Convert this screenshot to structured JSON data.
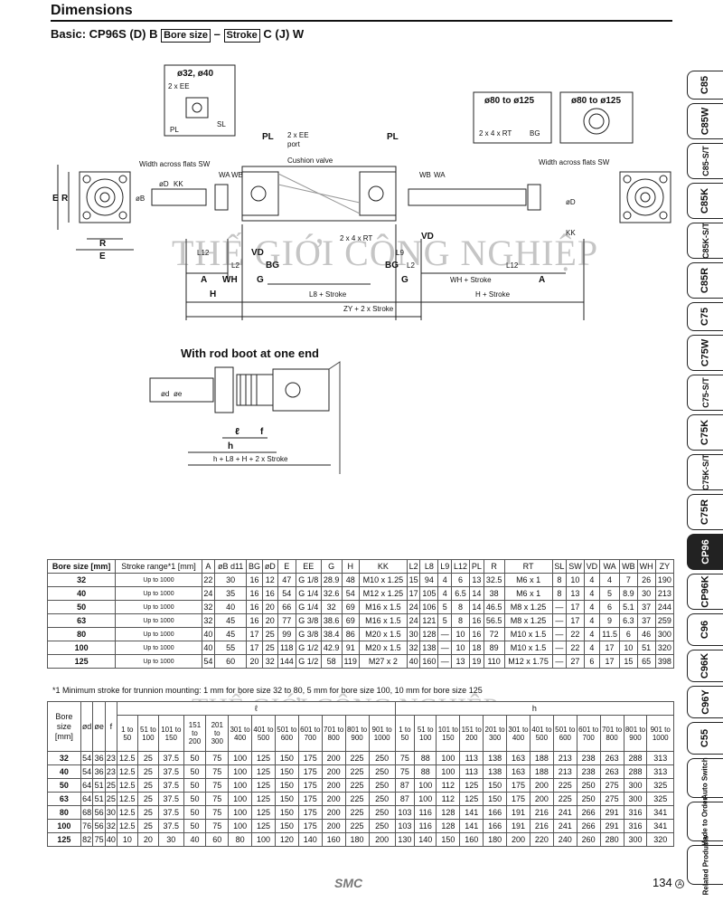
{
  "header": {
    "title": "Dimensions"
  },
  "subtitle": {
    "prefix": "Basic: CP96S (D) B",
    "bore_box": "Bore size",
    "dash": "–",
    "stroke_box": "Stroke",
    "suffix": "C (J) W"
  },
  "drawing": {
    "labels": {
      "bore_small": "ø32, ø40",
      "bore_mid": "ø80 to ø125",
      "bore_big": "ø80 to ø125",
      "ee2": "2 x EE",
      "pl": "PL",
      "sl": "SL",
      "ee_port": "2 x EE",
      "port": "port",
      "cushion": "Cushion valve",
      "rt4": "2 x 4 x RT",
      "bg": "BG",
      "rt": "2 x 4 x RT",
      "wf_left": "Width across flats SW",
      "wf_right": "Width across flats SW",
      "e": "E",
      "r": "R",
      "od": "øD",
      "ob": "øB",
      "kk": "KK",
      "wa": "WA",
      "wb": "WB",
      "l12": "L12",
      "a": "A",
      "wh": "WH",
      "g": "G",
      "h": "H",
      "l2": "L2",
      "vd": "VD",
      "l9": "L9",
      "l8_stroke": "L8 + Stroke",
      "wh_stroke": "WH + Stroke",
      "h_stroke": "H + Stroke",
      "zy": "ZY + 2 x Stroke"
    },
    "rod_boot_title": "With rod boot at one end",
    "rod_boot_labels": {
      "od": "ød",
      "oe": "øe",
      "l": "ℓ",
      "f": "f",
      "h": "h",
      "total": "h + L8 + H + 2 x Stroke"
    },
    "watermark": "THẾ GIỚI CÔNG NGHIỆP"
  },
  "table1": {
    "headers": [
      "Bore size [mm]",
      "Stroke range*1 [mm]",
      "A",
      "øB d11",
      "BG",
      "øD",
      "E",
      "EE",
      "G",
      "H",
      "KK",
      "L2",
      "L8",
      "L9",
      "L12",
      "PL",
      "R",
      "RT",
      "SL",
      "SW",
      "VD",
      "WA",
      "WB",
      "WH",
      "ZY"
    ],
    "rows": [
      [
        "32",
        "Up to 1000",
        "22",
        "30",
        "16",
        "12",
        "47",
        "G 1/8",
        "28.9",
        "48",
        "M10 x 1.25",
        "15",
        "94",
        "4",
        "6",
        "13",
        "32.5",
        "M6 x 1",
        "8",
        "10",
        "4",
        "4",
        "7",
        "26",
        "190"
      ],
      [
        "40",
        "Up to 1000",
        "24",
        "35",
        "16",
        "16",
        "54",
        "G 1/4",
        "32.6",
        "54",
        "M12 x 1.25",
        "17",
        "105",
        "4",
        "6.5",
        "14",
        "38",
        "M6 x 1",
        "8",
        "13",
        "4",
        "5",
        "8.9",
        "30",
        "213"
      ],
      [
        "50",
        "Up to 1000",
        "32",
        "40",
        "16",
        "20",
        "66",
        "G 1/4",
        "32",
        "69",
        "M16 x 1.5",
        "24",
        "106",
        "5",
        "8",
        "14",
        "46.5",
        "M8 x 1.25",
        "—",
        "17",
        "4",
        "6",
        "5.1",
        "37",
        "244"
      ],
      [
        "63",
        "Up to 1000",
        "32",
        "45",
        "16",
        "20",
        "77",
        "G 3/8",
        "38.6",
        "69",
        "M16 x 1.5",
        "24",
        "121",
        "5",
        "8",
        "16",
        "56.5",
        "M8 x 1.25",
        "—",
        "17",
        "4",
        "9",
        "6.3",
        "37",
        "259"
      ],
      [
        "80",
        "Up to 1000",
        "40",
        "45",
        "17",
        "25",
        "99",
        "G 3/8",
        "38.4",
        "86",
        "M20 x 1.5",
        "30",
        "128",
        "—",
        "10",
        "16",
        "72",
        "M10 x 1.5",
        "—",
        "22",
        "4",
        "11.5",
        "6",
        "46",
        "300"
      ],
      [
        "100",
        "Up to 1000",
        "40",
        "55",
        "17",
        "25",
        "118",
        "G 1/2",
        "42.9",
        "91",
        "M20 x 1.5",
        "32",
        "138",
        "—",
        "10",
        "18",
        "89",
        "M10 x 1.5",
        "—",
        "22",
        "4",
        "17",
        "10",
        "51",
        "320"
      ],
      [
        "125",
        "Up to 1000",
        "54",
        "60",
        "20",
        "32",
        "144",
        "G 1/2",
        "58",
        "119",
        "M27 x 2",
        "40",
        "160",
        "—",
        "13",
        "19",
        "110",
        "M12 x 1.75",
        "—",
        "27",
        "6",
        "17",
        "15",
        "65",
        "398"
      ]
    ],
    "note": "*1  Minimum stroke for trunnion mounting: 1 mm for bore size 32 to 80, 5 mm for bore size 100, 10 mm for bore size 125"
  },
  "table2": {
    "headers": [
      "Bore size [mm]",
      "ød",
      "øe",
      "f",
      "ℓ",
      "h"
    ],
    "ranges": [
      "1 to 50",
      "51 to 100",
      "101 to 150",
      "151 to 200",
      "201 to 300",
      "301 to 400",
      "401 to 500",
      "501 to 600",
      "601 to 700",
      "701 to 800",
      "801 to 900",
      "901 to 1000"
    ],
    "rows": [
      [
        "32",
        "54",
        "36",
        "23",
        "12.5",
        "25",
        "37.5",
        "50",
        "75",
        "100",
        "125",
        "150",
        "175",
        "200",
        "225",
        "250",
        "75",
        "88",
        "100",
        "113",
        "138",
        "163",
        "188",
        "213",
        "238",
        "263",
        "288",
        "313"
      ],
      [
        "40",
        "54",
        "36",
        "23",
        "12.5",
        "25",
        "37.5",
        "50",
        "75",
        "100",
        "125",
        "150",
        "175",
        "200",
        "225",
        "250",
        "75",
        "88",
        "100",
        "113",
        "138",
        "163",
        "188",
        "213",
        "238",
        "263",
        "288",
        "313"
      ],
      [
        "50",
        "64",
        "51",
        "25",
        "12.5",
        "25",
        "37.5",
        "50",
        "75",
        "100",
        "125",
        "150",
        "175",
        "200",
        "225",
        "250",
        "87",
        "100",
        "112",
        "125",
        "150",
        "175",
        "200",
        "225",
        "250",
        "275",
        "300",
        "325"
      ],
      [
        "63",
        "64",
        "51",
        "25",
        "12.5",
        "25",
        "37.5",
        "50",
        "75",
        "100",
        "125",
        "150",
        "175",
        "200",
        "225",
        "250",
        "87",
        "100",
        "112",
        "125",
        "150",
        "175",
        "200",
        "225",
        "250",
        "275",
        "300",
        "325"
      ],
      [
        "80",
        "68",
        "56",
        "30",
        "12.5",
        "25",
        "37.5",
        "50",
        "75",
        "100",
        "125",
        "150",
        "175",
        "200",
        "225",
        "250",
        "103",
        "116",
        "128",
        "141",
        "166",
        "191",
        "216",
        "241",
        "266",
        "291",
        "316",
        "341"
      ],
      [
        "100",
        "76",
        "56",
        "32",
        "12.5",
        "25",
        "37.5",
        "50",
        "75",
        "100",
        "125",
        "150",
        "175",
        "200",
        "225",
        "250",
        "103",
        "116",
        "128",
        "141",
        "166",
        "191",
        "216",
        "241",
        "266",
        "291",
        "316",
        "341"
      ],
      [
        "125",
        "82",
        "75",
        "40",
        "10",
        "20",
        "30",
        "40",
        "60",
        "80",
        "100",
        "120",
        "140",
        "160",
        "180",
        "200",
        "130",
        "140",
        "150",
        "160",
        "180",
        "200",
        "220",
        "240",
        "260",
        "280",
        "300",
        "320"
      ]
    ]
  },
  "tabs": [
    {
      "label": "C85"
    },
    {
      "label": "C85W"
    },
    {
      "label": "C85-S/T"
    },
    {
      "label": "C85K"
    },
    {
      "label": "C85K-S/T"
    },
    {
      "label": "C85R"
    },
    {
      "label": "C75"
    },
    {
      "label": "C75W"
    },
    {
      "label": "C75-S/T"
    },
    {
      "label": "C75K"
    },
    {
      "label": "C75K-S/T"
    },
    {
      "label": "C75R"
    },
    {
      "label": "CP96"
    },
    {
      "label": "CP96K"
    },
    {
      "label": "C96"
    },
    {
      "label": "C96K"
    },
    {
      "label": "C96Y"
    },
    {
      "label": "C55"
    },
    {
      "label": "Auto Switch"
    },
    {
      "label": "Made to Order"
    },
    {
      "label": "Related Products"
    }
  ],
  "footer": {
    "logo": "SMC",
    "page": "134",
    "mark": "A"
  }
}
